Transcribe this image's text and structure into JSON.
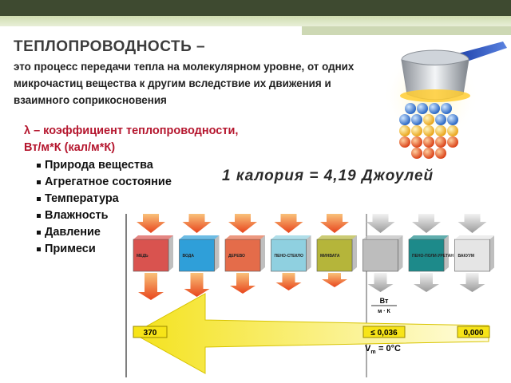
{
  "title": "ТЕПЛОПРОВОДНОСТЬ –",
  "description": "это процесс передачи тепла на молекулярном уровне, от одних микрочастиц вещества к другим вследствие их движения и взаимного соприкосновения",
  "lambda_line1": "λ – коэффициент теплопроводности,",
  "lambda_line2": "Вт/м*К (кал/м*К)",
  "factors": [
    "Природа вещества",
    "Агрегатное состояние",
    "Температура",
    "Влажность",
    "Давление",
    "Примеси"
  ],
  "calorie": "1 калория = 4,19 Джоулей",
  "materials": [
    {
      "label": "МЕДЬ",
      "color": "#d9534f"
    },
    {
      "label": "ВОДА",
      "color": "#2f9fd9"
    },
    {
      "label": "ДЕРЕВО",
      "color": "#e46c4a"
    },
    {
      "label": "ПЕНО-СТЕКЛО",
      "color": "#8fd0e0"
    },
    {
      "label": "МИНВАТА",
      "color": "#b5b53a"
    },
    {
      "label": "",
      "color": "#bdbdbd"
    },
    {
      "label": "ПЕНО-ПОЛИ-УРЕТАН",
      "color": "#1d8a8a"
    },
    {
      "label": "ВАКУУМ",
      "color": "#e5e5e5"
    }
  ],
  "unit_top": "Вт",
  "unit_bottom": "м · К",
  "value_left": "370",
  "value_mid": "≤ 0,036",
  "value_right": "0,000",
  "vm_note": "= 0°C",
  "colors": {
    "accent_red": "#b5162e",
    "header_dark": "#3e4a30",
    "arrow_yellow": "#f3e31c"
  }
}
